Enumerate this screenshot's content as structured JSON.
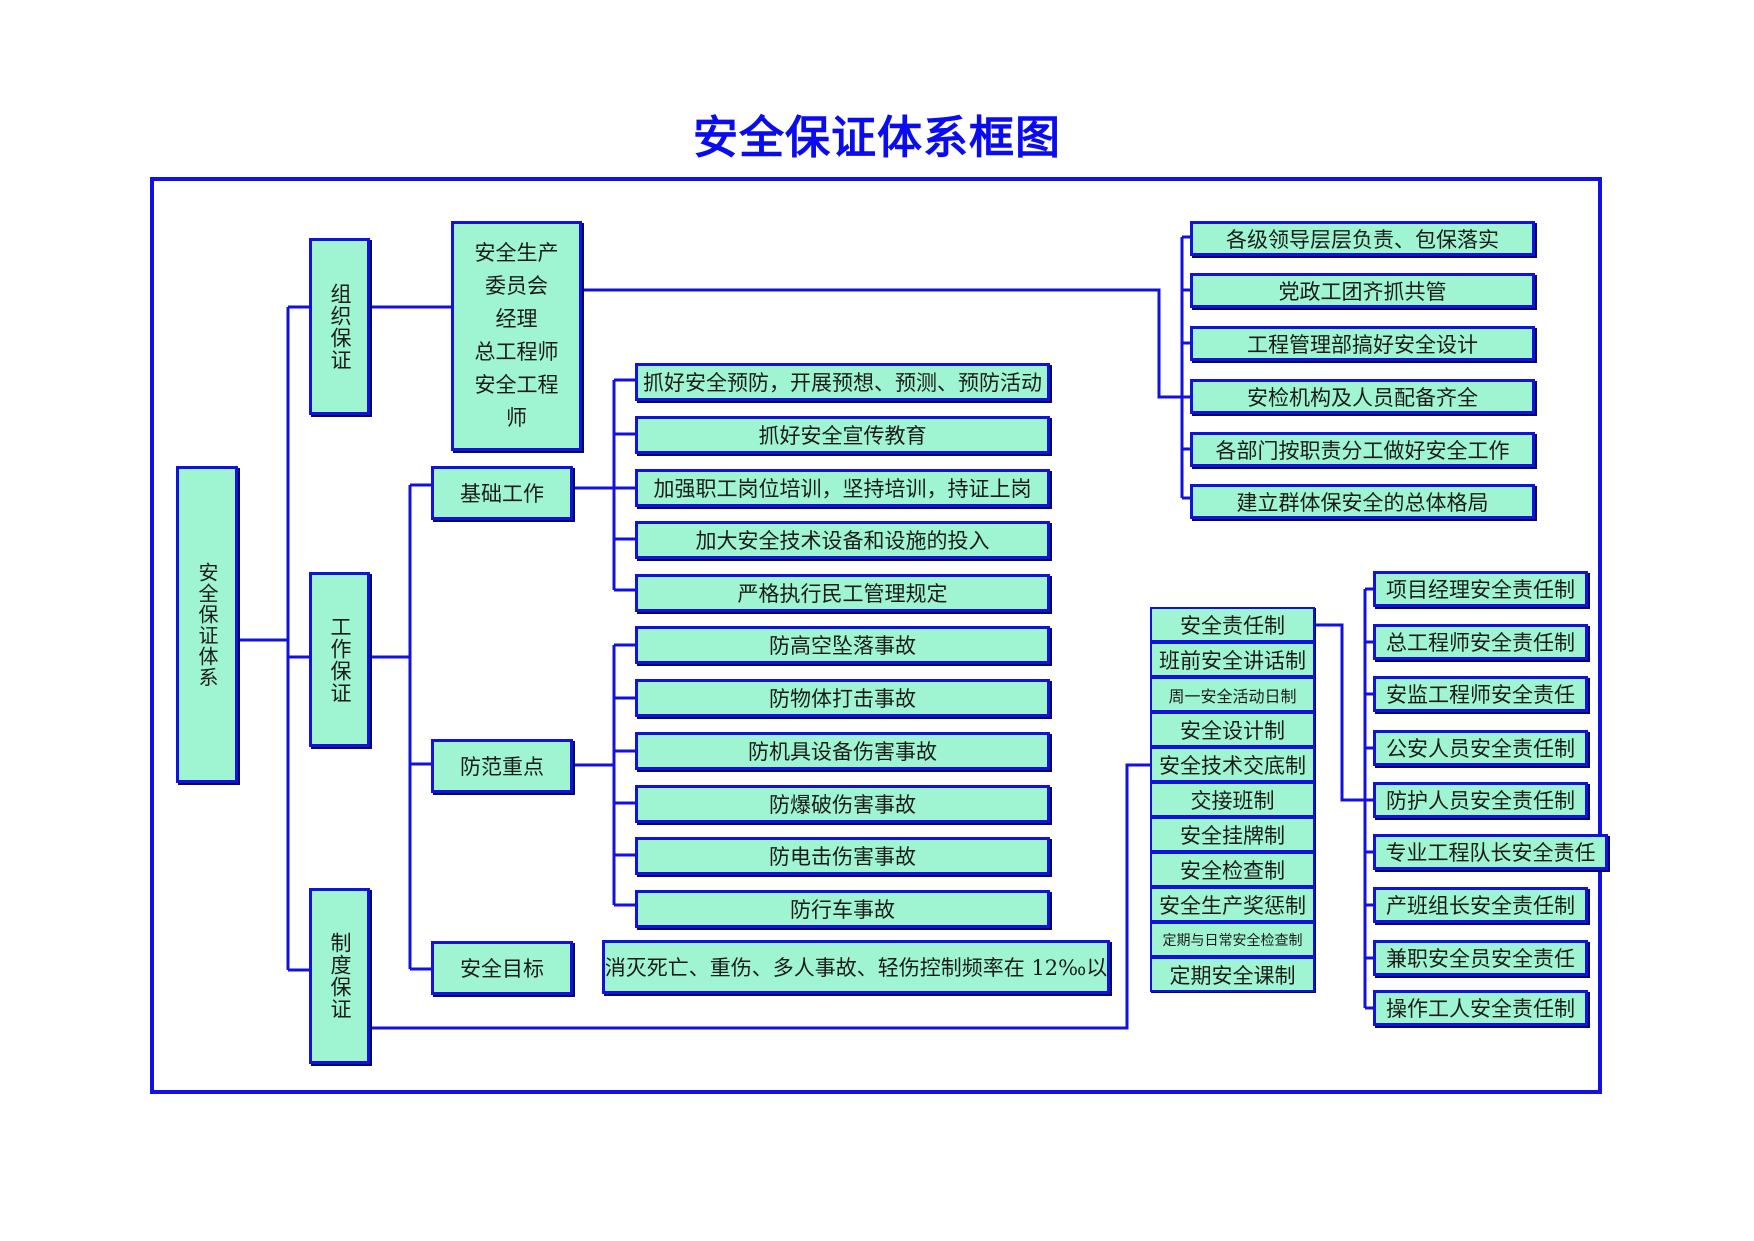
{
  "title": "安全保证体系框图",
  "root": "安全保证体系",
  "branches": {
    "organization": "组织保证",
    "work": "工作保证",
    "system": "制度保证"
  },
  "organization": {
    "committee": "安全生产\n委员会\n经理\n总工程师\n安全工程\n师",
    "duties": [
      "各级领导层层负责、包保落实",
      "党政工团齐抓共管",
      "工程管理部搞好安全设计",
      "安检机构及人员配备齐全",
      "各部门按职责分工做好安全工作",
      "建立群体保安全的总体格局"
    ]
  },
  "work": {
    "foundation": {
      "label": "基础工作",
      "items": [
        "抓好安全预防，开展预想、预测、预防活动",
        "抓好安全宣传教育",
        "加强职工岗位培训，坚持培训，持证上岗",
        "加大安全技术设备和设施的投入",
        "严格执行民工管理规定"
      ]
    },
    "prevention": {
      "label": "防范重点",
      "items": [
        "防高空坠落事故",
        "防物体打击事故",
        "防机具设备伤害事故",
        "防爆破伤害事故",
        "防电击伤害事故",
        "防行车事故"
      ]
    },
    "goal": {
      "label": "安全目标",
      "text": "消灭死亡、重伤、多人事故、轻伤控制频率在 12‰以"
    }
  },
  "systems": {
    "items": [
      "安全责任制",
      "班前安全讲话制",
      "周一安全活动日制",
      "安全设计制",
      "安全技术交底制",
      "交接班制",
      "安全挂牌制",
      "安全检查制",
      "安全生产奖惩制",
      "定期与日常安全检查制",
      "定期安全课制"
    ],
    "responsibilities": [
      "项目经理安全责任制",
      "总工程师安全责任制",
      "安监工程师安全责任",
      "公安人员安全责任制",
      "防护人员安全责任制",
      "专业工程队长安全责任",
      "产班组长安全责任制",
      "兼职安全员安全责任",
      "操作工人安全责任制"
    ]
  },
  "colors": {
    "box_fill": "#9ff5d1",
    "line": "#1212dc",
    "title": "#0b0bf0"
  }
}
